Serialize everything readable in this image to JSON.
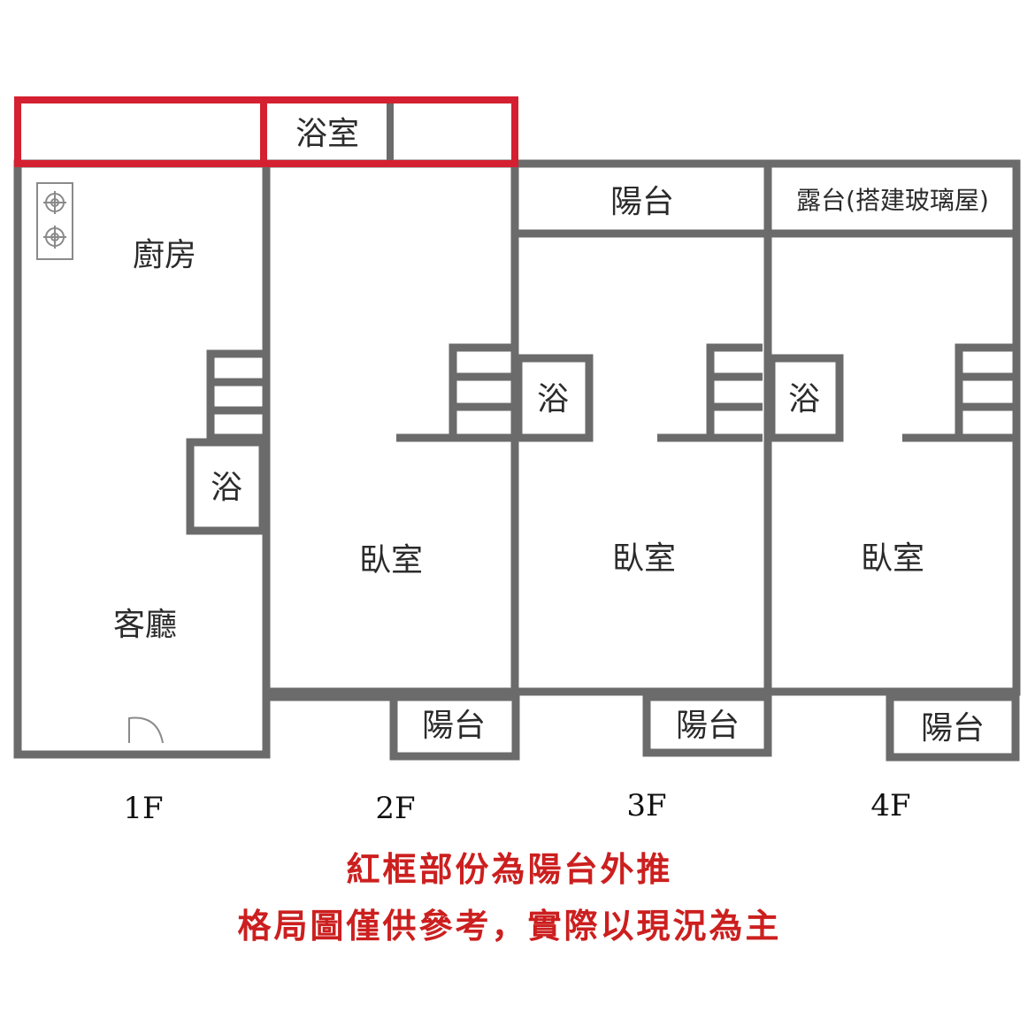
{
  "colors": {
    "wall": "#6b6b6b",
    "highlight": "#d42030",
    "note_text": "#cc1f1f",
    "stove": "#8a8a8a"
  },
  "floors": [
    {
      "label": "1F",
      "rooms": {
        "kitchen": "廚房",
        "bath": "浴",
        "living": "客廳"
      }
    },
    {
      "label": "2F",
      "rooms": {
        "top_bath": "浴室",
        "bedroom": "臥室",
        "balcony": "陽台"
      }
    },
    {
      "label": "3F",
      "rooms": {
        "balcony_top": "陽台",
        "bath": "浴",
        "bedroom": "臥室",
        "balcony": "陽台"
      }
    },
    {
      "label": "4F",
      "rooms": {
        "terrace_top": "露台(搭建玻璃屋)",
        "bath": "浴",
        "bedroom": "臥室",
        "balcony": "陽台"
      }
    }
  ],
  "notes": {
    "line1": "紅框部份為陽台外推",
    "line2": "格局圖僅供參考，實際以現況為主"
  }
}
